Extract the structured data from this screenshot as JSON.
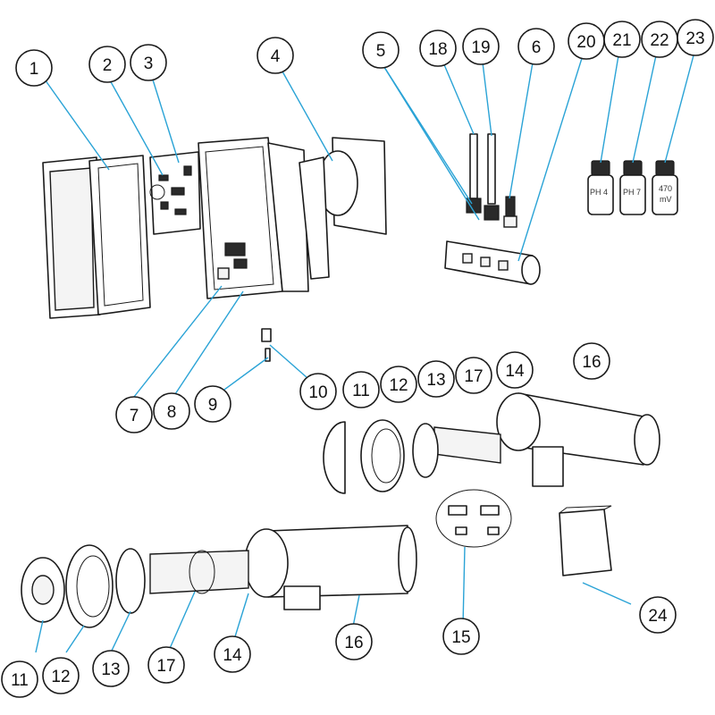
{
  "callouts": [
    {
      "id": "c1",
      "label": "1"
    },
    {
      "id": "c2",
      "label": "2"
    },
    {
      "id": "c3",
      "label": "3"
    },
    {
      "id": "c4",
      "label": "4"
    },
    {
      "id": "c5",
      "label": "5"
    },
    {
      "id": "c18",
      "label": "18"
    },
    {
      "id": "c19",
      "label": "19"
    },
    {
      "id": "c6",
      "label": "6"
    },
    {
      "id": "c20",
      "label": "20"
    },
    {
      "id": "c21",
      "label": "21"
    },
    {
      "id": "c22",
      "label": "22"
    },
    {
      "id": "c23",
      "label": "23"
    },
    {
      "id": "c7",
      "label": "7"
    },
    {
      "id": "c8",
      "label": "8"
    },
    {
      "id": "c9",
      "label": "9"
    },
    {
      "id": "c10",
      "label": "10"
    },
    {
      "id": "c11a",
      "label": "11"
    },
    {
      "id": "c12a",
      "label": "12"
    },
    {
      "id": "c13a",
      "label": "13"
    },
    {
      "id": "c17a",
      "label": "17"
    },
    {
      "id": "c14a",
      "label": "14"
    },
    {
      "id": "c16a",
      "label": "16"
    },
    {
      "id": "c15",
      "label": "15"
    },
    {
      "id": "c24",
      "label": "24"
    },
    {
      "id": "c11b",
      "label": "11"
    },
    {
      "id": "c12b",
      "label": "12"
    },
    {
      "id": "c13b",
      "label": "13"
    },
    {
      "id": "c17b",
      "label": "17"
    },
    {
      "id": "c14b",
      "label": "14"
    },
    {
      "id": "c16b",
      "label": "16"
    }
  ],
  "bottles": {
    "ph4": "PH 4",
    "ph7": "PH 7",
    "orp_value": "470",
    "orp_unit": "mV"
  },
  "colors": {
    "leader": "#2aa3d6",
    "outline": "#1a1a1a"
  }
}
